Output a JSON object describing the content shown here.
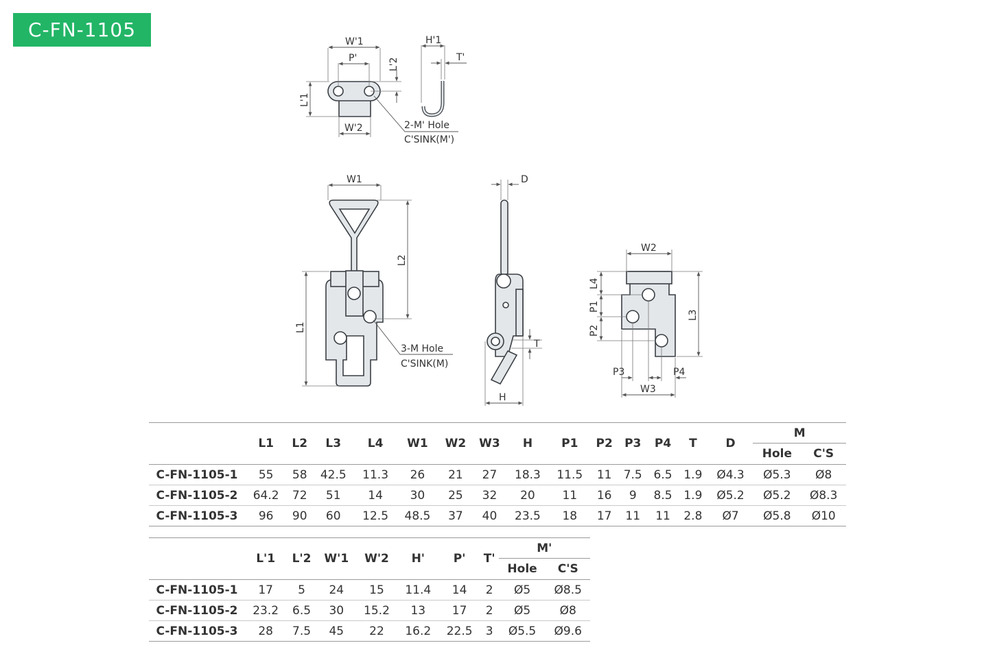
{
  "title": "C-FN-1105",
  "drawing": {
    "labels": {
      "w1p": "W'1",
      "pp": "P'",
      "l2p": "L'2",
      "l1p": "L'1",
      "w2p": "W'2",
      "h1p": "H'1",
      "tp": "T'",
      "hole2": "2-M' Hole",
      "csink2": "C'SINK(M')",
      "w1": "W1",
      "l2": "L2",
      "l1": "L1",
      "hole3": "3-M Hole",
      "csink3": "C'SINK(M)",
      "d": "D",
      "t": "T",
      "h": "H",
      "w2": "W2",
      "l4": "L4",
      "p1": "P1",
      "p2": "P2",
      "l3": "L3",
      "p3": "P3",
      "p4": "P4",
      "w3": "W3"
    }
  },
  "table1": {
    "group_label": "M",
    "columns": [
      "L1",
      "L2",
      "L3",
      "L4",
      "W1",
      "W2",
      "W3",
      "H",
      "P1",
      "P2",
      "P3",
      "P4",
      "T",
      "D"
    ],
    "sub_columns": [
      "Hole",
      "C'S"
    ],
    "rows": [
      {
        "model": "C-FN-1105-1",
        "values": [
          "55",
          "58",
          "42.5",
          "11.3",
          "26",
          "21",
          "27",
          "18.3",
          "11.5",
          "11",
          "7.5",
          "6.5",
          "1.9",
          "Ø4.3",
          "Ø5.3",
          "Ø8"
        ]
      },
      {
        "model": "C-FN-1105-2",
        "values": [
          "64.2",
          "72",
          "51",
          "14",
          "30",
          "25",
          "32",
          "20",
          "11",
          "16",
          "9",
          "8.5",
          "1.9",
          "Ø5.2",
          "Ø5.2",
          "Ø8.3"
        ]
      },
      {
        "model": "C-FN-1105-3",
        "values": [
          "96",
          "90",
          "60",
          "12.5",
          "48.5",
          "37",
          "40",
          "23.5",
          "18",
          "17",
          "11",
          "11",
          "2.8",
          "Ø7",
          "Ø5.8",
          "Ø10"
        ]
      }
    ]
  },
  "table2": {
    "group_label": "M'",
    "columns": [
      "L'1",
      "L'2",
      "W'1",
      "W'2",
      "H'",
      "P'",
      "T'"
    ],
    "sub_columns": [
      "Hole",
      "C'S"
    ],
    "rows": [
      {
        "model": "C-FN-1105-1",
        "values": [
          "17",
          "5",
          "24",
          "15",
          "11.4",
          "14",
          "2",
          "Ø5",
          "Ø8.5"
        ]
      },
      {
        "model": "C-FN-1105-2",
        "values": [
          "23.2",
          "6.5",
          "30",
          "15.2",
          "13",
          "17",
          "2",
          "Ø5",
          "Ø8"
        ]
      },
      {
        "model": "C-FN-1105-3",
        "values": [
          "28",
          "7.5",
          "45",
          "22",
          "16.2",
          "22.5",
          "3",
          "Ø5.5",
          "Ø9.6"
        ]
      }
    ]
  }
}
